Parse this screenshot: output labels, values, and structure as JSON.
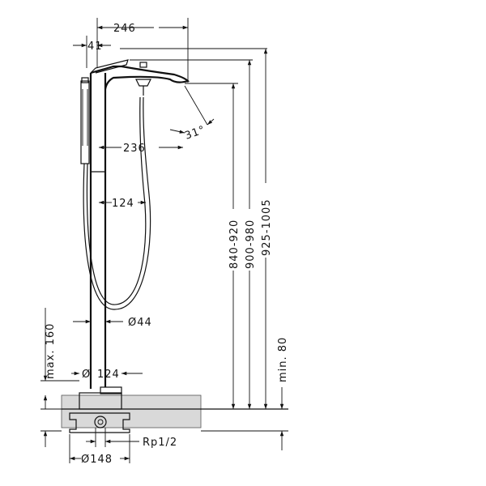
{
  "dimensions": {
    "spout_reach": "246",
    "handle_offset": "41",
    "spout_angle": "31°",
    "inner_reach": "236",
    "hose_offset": "124",
    "height_a": "840-920",
    "height_b": "900-980",
    "height_c": "925-1005",
    "column_dia": "Ø44",
    "max_height": "max. 160",
    "min_height": "min. 80",
    "base_dia_symbol": "Ø",
    "base_dia_value": "124",
    "connection": "Rp1/2",
    "flange_dia": "Ø148"
  }
}
